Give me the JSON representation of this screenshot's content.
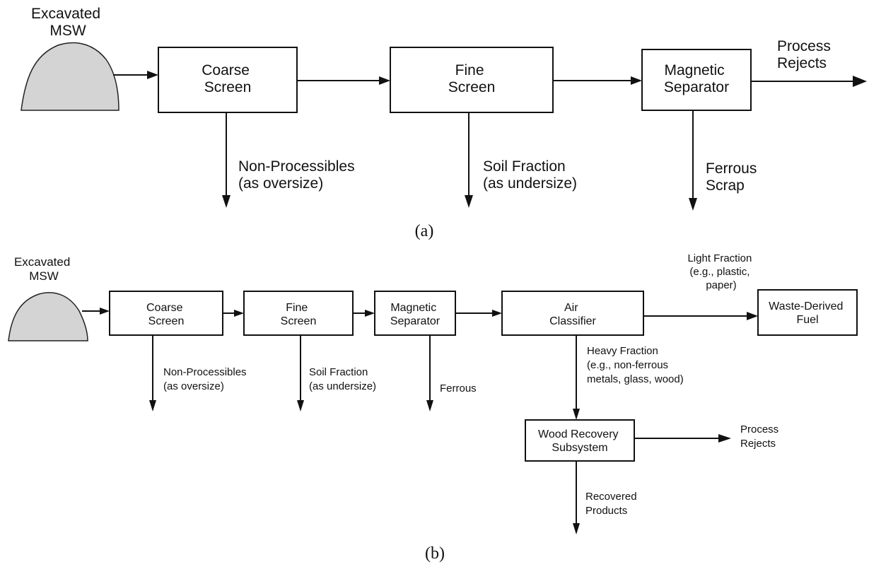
{
  "diagram_a": {
    "caption": "(a)",
    "source": [
      "Excavated",
      "MSW"
    ],
    "nodes": [
      {
        "id": "coarse",
        "lines": [
          "Coarse",
          "Screen"
        ]
      },
      {
        "id": "fine",
        "lines": [
          "Fine",
          "Screen"
        ]
      },
      {
        "id": "magnetic",
        "lines": [
          "Magnetic",
          "Separator"
        ]
      }
    ],
    "outputs": [
      {
        "id": "rejects",
        "lines": [
          "Process",
          "Rejects"
        ]
      },
      {
        "id": "nonproc",
        "lines": [
          "Non-Processibles",
          "(as oversize)"
        ]
      },
      {
        "id": "soil",
        "lines": [
          "Soil Fraction",
          "(as undersize)"
        ]
      },
      {
        "id": "ferrous",
        "lines": [
          "Ferrous",
          "Scrap"
        ]
      }
    ]
  },
  "diagram_b": {
    "caption": "(b)",
    "source": [
      "Excavated",
      "MSW"
    ],
    "nodes": [
      {
        "id": "coarse",
        "lines": [
          "Coarse",
          "Screen"
        ]
      },
      {
        "id": "fine",
        "lines": [
          "Fine",
          "Screen"
        ]
      },
      {
        "id": "magnetic",
        "lines": [
          "Magnetic",
          "Separator"
        ]
      },
      {
        "id": "air",
        "lines": [
          "Air",
          "Classifier"
        ]
      },
      {
        "id": "wdf",
        "lines": [
          "Waste-Derived",
          "Fuel"
        ]
      },
      {
        "id": "wood",
        "lines": [
          "Wood Recovery",
          "Subsystem"
        ]
      }
    ],
    "outputs": [
      {
        "id": "light",
        "lines": [
          "Light Fraction",
          "(e.g., plastic,",
          "paper)"
        ]
      },
      {
        "id": "nonproc",
        "lines": [
          "Non-Processibles",
          "(as oversize)"
        ]
      },
      {
        "id": "soil",
        "lines": [
          "Soil Fraction",
          "(as undersize)"
        ]
      },
      {
        "id": "ferrous",
        "lines": [
          "Ferrous"
        ]
      },
      {
        "id": "heavy",
        "lines": [
          "Heavy Fraction",
          "(e.g., non-ferrous",
          "metals, glass, wood)"
        ]
      },
      {
        "id": "rejects",
        "lines": [
          "Process",
          "Rejects"
        ]
      },
      {
        "id": "recovered",
        "lines": [
          "Recovered",
          "Products"
        ]
      }
    ]
  }
}
